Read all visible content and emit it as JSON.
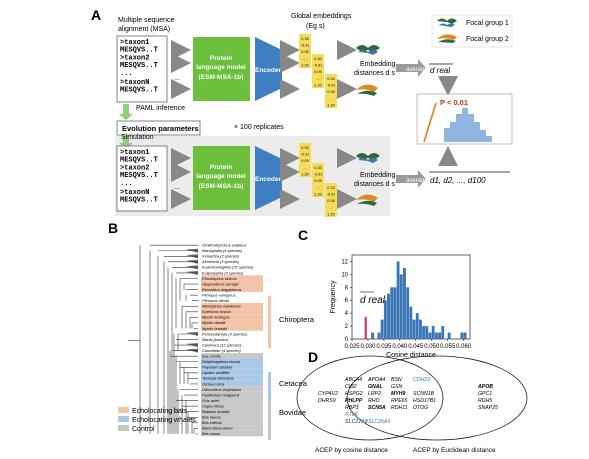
{
  "panel_a": {
    "label": "A",
    "msa_title_1": "Multiple sequence",
    "msa_title_2": "alignment (MSA)",
    "seqs_top": [
      {
        "name": ">taxon1",
        "seq": "MESQVS..T"
      },
      {
        "name": ">taxon2",
        "seq": "MESQVS..T"
      },
      {
        "name": "...",
        "seq": ""
      },
      {
        "name": ">taxonN",
        "seq": "MESQVS..T"
      }
    ],
    "seqs_bottom": [
      {
        "name": ">taxon1",
        "seq": "MESQVS..T"
      },
      {
        "name": ">taxon2",
        "seq": "MESQVS..T"
      },
      {
        "name": "...",
        "seq": ""
      },
      {
        "name": ">taxonN",
        "seq": "MESQVS..T"
      }
    ],
    "plm_line1": "Protein",
    "plm_line2": "language model",
    "plm_line3": "(ESM-MSA-1b)",
    "encoder": "Encoder",
    "embed_title_1": "Global embeddings",
    "embed_title_2": "(Eg s)",
    "embed_vals": [
      "0.33",
      "-0.91",
      "0.09",
      "...",
      "1.20"
    ],
    "dots": "...",
    "focal1": "Focal group 1",
    "focal2": "Focal group 2",
    "emb_dist_1": "Embedding",
    "emb_dist_2": "distances d s",
    "average": "average",
    "d_real": "d real",
    "paml": "PAML inference",
    "evo_params": "Evolution parameters",
    "replicates": "× 100 replicates",
    "simulation": "Simulation",
    "p_value": "P < 0.01",
    "d_list": "d1, d2, ..., d100"
  },
  "panel_b": {
    "label": "B",
    "taxa": [
      "Ornithorhynchus anatinus",
      "Marsupialia (4 species)",
      "Xenarthra (2 species)",
      "Afrotheria (3 species)",
      "Euarchontoglires (37 species)",
      "Eulipotyphla (3 species)",
      "Rhinolophus sinicus",
      "Hipposideros armiger",
      "Rousettus aegyptiacus",
      "Pteropus vampyrus",
      "Pteropus alecto",
      "Miniopterus natalensis",
      "Eptesicus fuscus",
      "Myotis lucifugus",
      "Myotis davidii",
      "Myotis brandtii",
      "Perissodactyla (3 species)",
      "Manis javanica",
      "Carnivora (12 species)",
      "Camelidae (4 species)",
      "Sus scrofa",
      "Delphinapterus leucas",
      "Physeter catodon",
      "Lipotes vexillifer",
      "Tursiops truncatus",
      "Orcinus orca",
      "Odocoileus virginianus",
      "Pantholops hodgsonii",
      "Ovis aries",
      "Capra hircus",
      "Bubalus bubalis",
      "Bos taurus",
      "Bos indicus",
      "Bison bison bison",
      "Bos mutus"
    ],
    "group_chiroptera": "Chiroptera",
    "group_cetacea": "Cetacea",
    "group_bovidae": "Bovidae",
    "legend": [
      "Echolocating bats",
      "Echolocating whales",
      "Control"
    ],
    "colors": {
      "bats": "#f4c4a8",
      "whales": "#a9c9e8",
      "control": "#c8c8c8"
    }
  },
  "panel_c": {
    "label": "C",
    "annotation": "d real"
  },
  "chart_data": {
    "type": "bar",
    "title": "",
    "xlabel": "Cosine distance",
    "ylabel": "Frequency",
    "xlim": [
      0.025,
      0.062
    ],
    "ylim": [
      0,
      13
    ],
    "xticks": [
      "0.025",
      "0.030",
      "0.035",
      "0.040",
      "0.045",
      "0.050",
      "0.055",
      "0.060"
    ],
    "yticks": [
      "0",
      "2",
      "4",
      "6",
      "8",
      "10",
      "12"
    ],
    "bin_width": 0.001,
    "bin_starts": [
      0.031,
      0.032,
      0.033,
      0.034,
      0.035,
      0.036,
      0.037,
      0.038,
      0.039,
      0.04,
      0.041,
      0.042,
      0.043,
      0.044,
      0.045,
      0.046,
      0.047,
      0.048,
      0.049,
      0.05,
      0.051,
      0.052,
      0.053,
      0.054,
      0.055,
      0.056,
      0.057,
      0.058,
      0.059,
      0.06
    ],
    "values": [
      1,
      0,
      1,
      3,
      6,
      7,
      8,
      8,
      12,
      10,
      11,
      8,
      5,
      3,
      4,
      3,
      2,
      2,
      1,
      2,
      1,
      1,
      2,
      0,
      1,
      0,
      0,
      0,
      1,
      1
    ],
    "bar_color": "#3b76b5",
    "d_real_value": 0.0293,
    "d_real_color": "#d6264f"
  },
  "panel_d": {
    "label": "D",
    "left_only": [
      "CYP4V2",
      "DHRS9"
    ],
    "shared_black": [
      "ABCA4",
      "APOA4",
      "BSN",
      "CIB2",
      "GNAL",
      "GSN",
      "HSPG2",
      "LRP2",
      "MYH9",
      "PHLPP",
      "RHO",
      "RPE65",
      "RBP3",
      "SCN5A",
      "RDH11",
      "SCNN1B",
      "HSD17B1",
      "OTOG"
    ],
    "shared_blue": [
      "CDH23",
      "PJVK",
      "SLC17A8",
      "SLC26A5"
    ],
    "right_only": [
      "APOB",
      "GPC1",
      "RDH5",
      "SNAP25"
    ],
    "caption_left": "ACEP by cosine distance",
    "caption_right": "ACEP by Euclidean distance"
  }
}
